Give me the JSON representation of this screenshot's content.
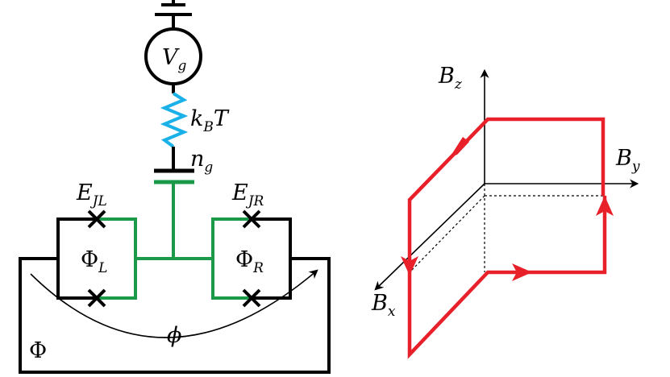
{
  "circuit": {
    "source_main": "V",
    "source_sub": "g",
    "resistor_main": "k",
    "resistor_sub": "B",
    "resistor_tail": "T",
    "gate_main": "n",
    "gate_sub": "g",
    "ejl_main": "E",
    "ejl_sub": "JL",
    "ejr_main": "E",
    "ejr_sub": "JR",
    "phil_main": "Φ",
    "phil_sub": "L",
    "phir_main": "Φ",
    "phir_sub": "R",
    "phase": "ϕ",
    "flux": "Φ"
  },
  "axes3d": {
    "bz_main": "B",
    "bz_sub": "z",
    "by_main": "B",
    "by_sub": "y",
    "bx_main": "B",
    "bx_sub": "x"
  },
  "colors": {
    "wire": "#000000",
    "gate_wire": "#1a9a48",
    "resistor": "#1ab0e8",
    "path": "#e8202a"
  }
}
